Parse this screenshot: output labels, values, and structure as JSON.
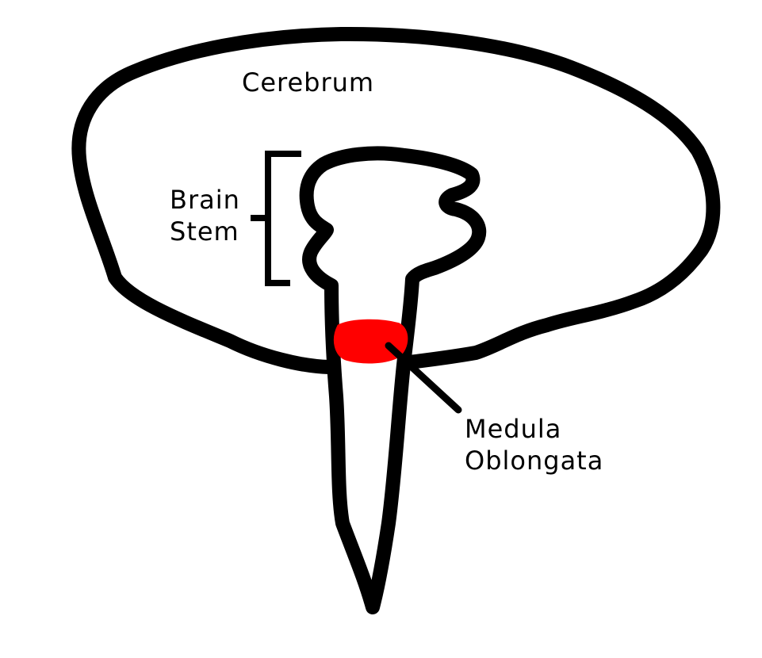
{
  "labels": {
    "cerebrum": "Cerebrum",
    "brain_stem_line1": "Brain",
    "brain_stem_line2": "Stem",
    "medulla_line1": "Medula",
    "medulla_line2": "Oblongata"
  },
  "colors": {
    "outline": "#000000",
    "highlight": "#ff0000",
    "background": "#ffffff"
  }
}
